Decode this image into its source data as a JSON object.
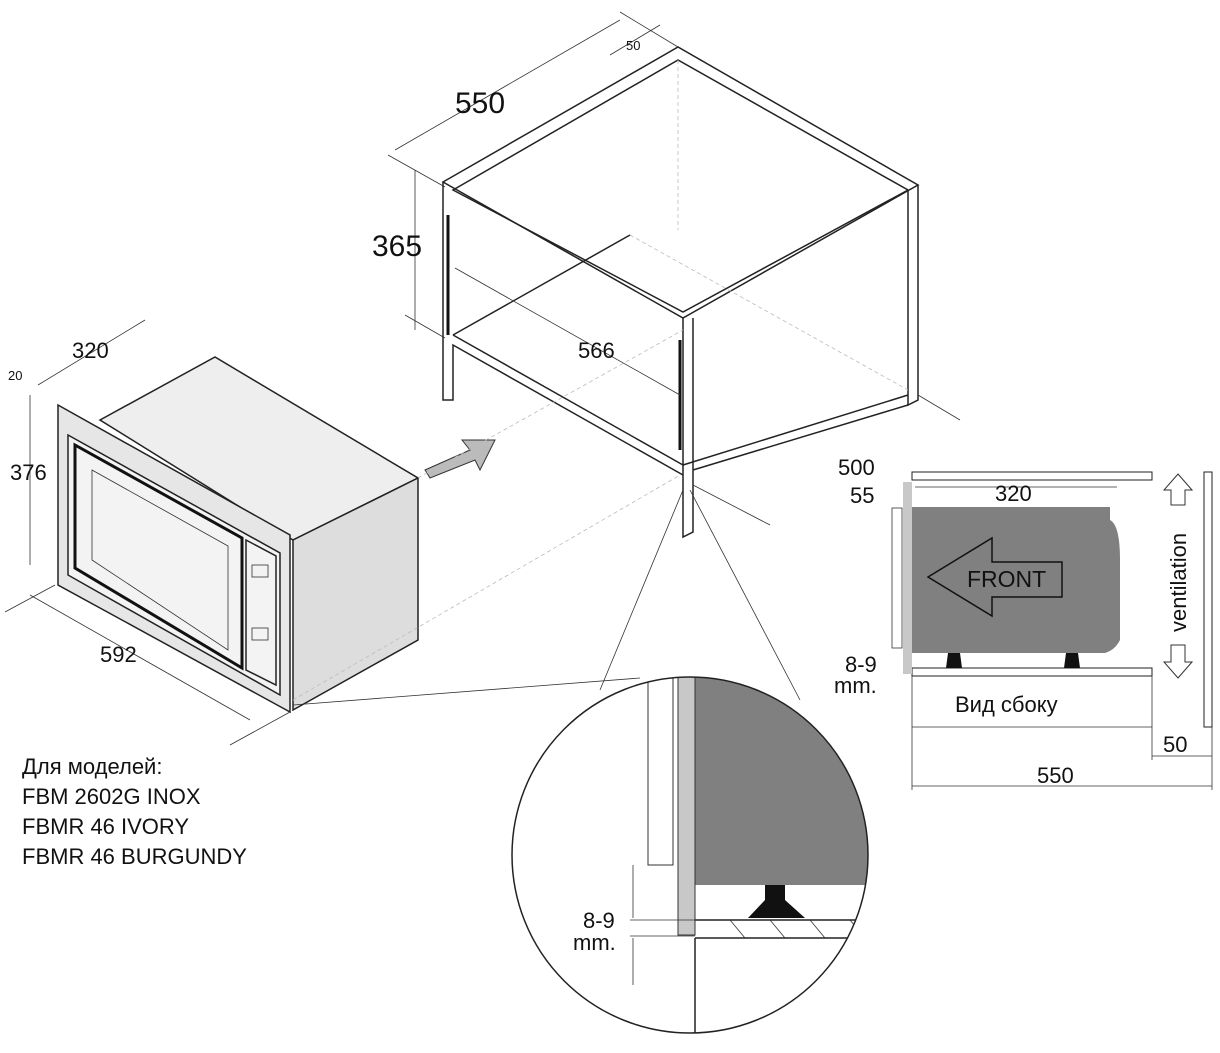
{
  "cabinet": {
    "depth": "550",
    "height": "365",
    "width": "566",
    "offset": "50",
    "depth_bottom": "500"
  },
  "microwave": {
    "depth": "320",
    "frame": "20",
    "height": "376",
    "width": "592"
  },
  "side_view": {
    "gap_top": "55",
    "depth": "320",
    "front_label": "FRONT",
    "ventilation_label": "ventilation",
    "gap_bottom": "8-9",
    "gap_unit": "mm.",
    "caption": "Вид сбоку",
    "rear_gap": "50",
    "total_depth": "550"
  },
  "detail": {
    "gap": "8-9",
    "unit": "mm."
  },
  "models": {
    "heading": "Для моделей:",
    "items": [
      "FBM 2602G INOX",
      "FBMR 46 IVORY",
      "FBMR 46 BURGUNDY"
    ]
  },
  "colors": {
    "appliance": "#808080",
    "panel": "#c8c8c8",
    "line": "#222222"
  }
}
